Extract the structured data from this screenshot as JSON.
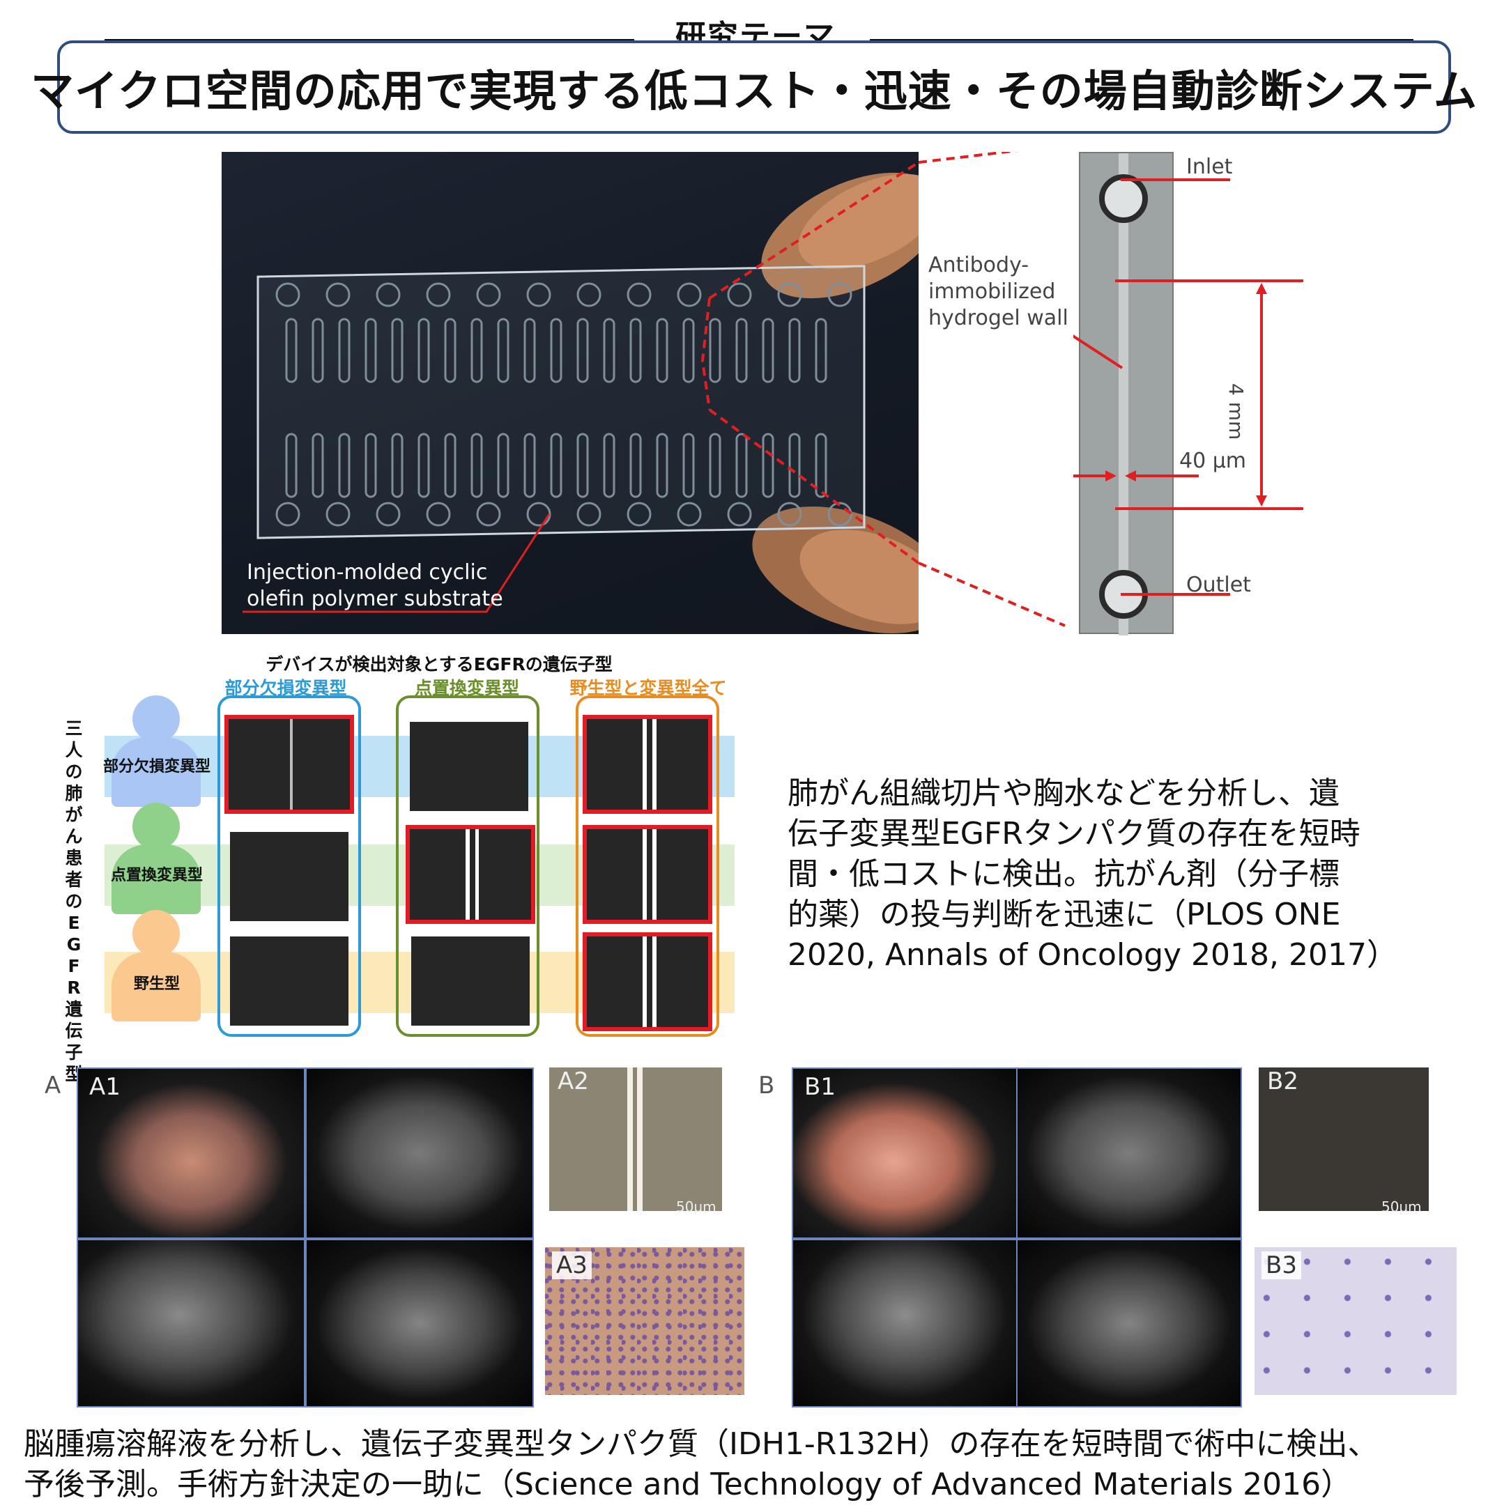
{
  "header": {
    "label": "研究テーマ",
    "title": "マイクロ空間の応用で実現する低コスト・迅速・その場自動診断システム"
  },
  "device_photo": {
    "substrate_label_line1": "Injection-molded cyclic",
    "substrate_label_line2": "olefin polymer substrate",
    "inlet": "Inlet",
    "outlet": "Outlet",
    "wall_line1": "Antibody-",
    "wall_line2": "immobilized",
    "wall_line3": "hydrogel wall",
    "length": "4 mm",
    "width": "40 μm"
  },
  "genotype_figure": {
    "title": "デバイスが検出対象とするEGFRの遺伝子型",
    "columns": [
      "部分欠損変異型",
      "点置換変異型",
      "野生型と変異型全て"
    ],
    "column_colors": [
      "#2b9ad6",
      "#6b8f2c",
      "#e98c1e"
    ],
    "rows": [
      "部分欠損変異型",
      "点置換変異型",
      "野生型"
    ],
    "row_colors": [
      "#a9c6f5",
      "#8fd18b",
      "#fbc98f"
    ],
    "vertical_label": "三人の肺がん患者のEGFR遺伝子型"
  },
  "lung_text": "肺がん組織切片や胸水などを分析し、遺伝子変異型EGFRタンパク質の存在を短時間・低コストに検出。抗がん剤（分子標的薬）の投与判断を迅速に（PLOS ONE 2020, Annals of Oncology 2018, 2017）",
  "lung_text_lines": [
    "肺がん組織切片や胸水などを分析し、遺",
    "伝子変異型EGFRタンパク質の存在を短時",
    "間・低コストに検出。抗がん剤（分子標",
    "的薬）の投与判断を迅速に（PLOS ONE",
    "2020, Annals of Oncology 2018, 2017）"
  ],
  "brain_panels": {
    "a": "A",
    "b": "B",
    "a1": "A1",
    "a2": "A2",
    "a3": "A3",
    "b1": "B1",
    "b2": "B2",
    "b3": "B3",
    "scale_a": "50μm",
    "scale_b": "50μm"
  },
  "brain_text_lines": [
    "脳腫瘍溶解液を分析し、遺伝子変異型タンパク質（IDH1-R132H）の存在を短時間で術中に検出、",
    "予後予測。手術方針決定の一助に（Science and Technology of Advanced Materials 2016）"
  ]
}
